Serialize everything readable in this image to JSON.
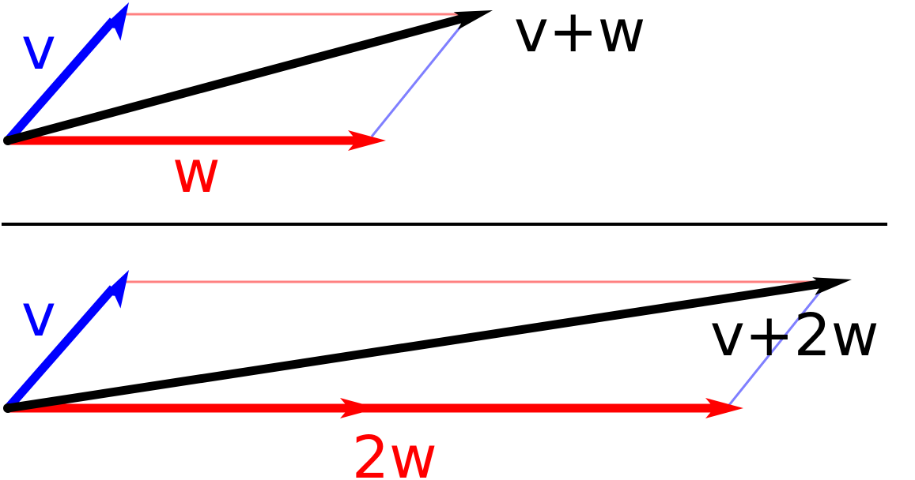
{
  "colors": {
    "v": "#0000ff",
    "w": "#ff0000",
    "sum": "#000000",
    "v_guide": "#7f7fff",
    "w_guide": "#ff8080",
    "divider": "#000000"
  },
  "top_panel": {
    "v_label": "v",
    "w_label": "w",
    "sum_label": "v+w"
  },
  "bottom_panel": {
    "v_label": "v",
    "w_label": "2w",
    "sum_label": "v+2w"
  }
}
